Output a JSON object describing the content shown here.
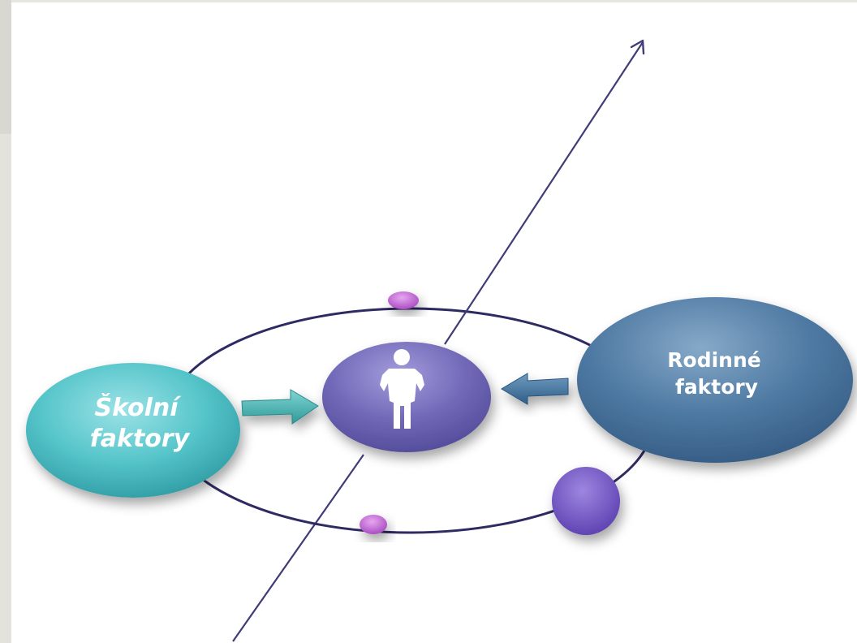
{
  "diagram": {
    "left_node": {
      "line1": "Školní",
      "line2": "faktory",
      "color": "#4fc2c7"
    },
    "right_node": {
      "line1": "Rodinné",
      "line2": "faktory",
      "color": "#4a76a0"
    },
    "center_node": {
      "icon": "person-icon",
      "color": "#6f67b5"
    },
    "orbit_color": "#2e2a62",
    "small_dot_color": "#b75ec8",
    "large_dot_color": "#7055c0",
    "left_arrow_color": "#49b3b0",
    "right_arrow_color": "#3f6f99"
  }
}
